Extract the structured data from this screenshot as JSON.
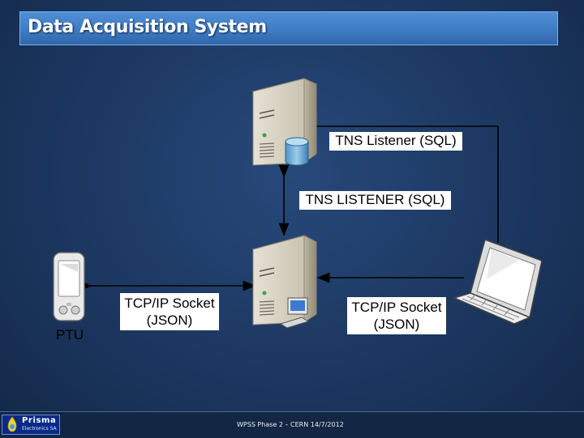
{
  "title": "Data Acquisition System",
  "labels": {
    "tns_listener_top": "TNS Listener (SQL)",
    "tns_listener_mid": "TNS LISTENER (SQL)",
    "tcp_left_line1": "TCP/IP Socket",
    "tcp_left_line2": "(JSON)",
    "tcp_right_line1": "TCP/IP Socket",
    "tcp_right_line2": "(JSON)",
    "ptu": "PTU"
  },
  "icons": [
    "database-server-icon",
    "application-server-icon",
    "pda-device-icon",
    "laptop-icon"
  ],
  "footer": {
    "text": "WPSS Phase 2 – CERN 14/7/2012",
    "logo_name": "Prisma",
    "logo_sub": "Electronics SA"
  },
  "colors": {
    "background": "#1c3760",
    "title_bar": "#3f7cc4",
    "arrows": "#000000",
    "label_fill": "#ffffff"
  }
}
